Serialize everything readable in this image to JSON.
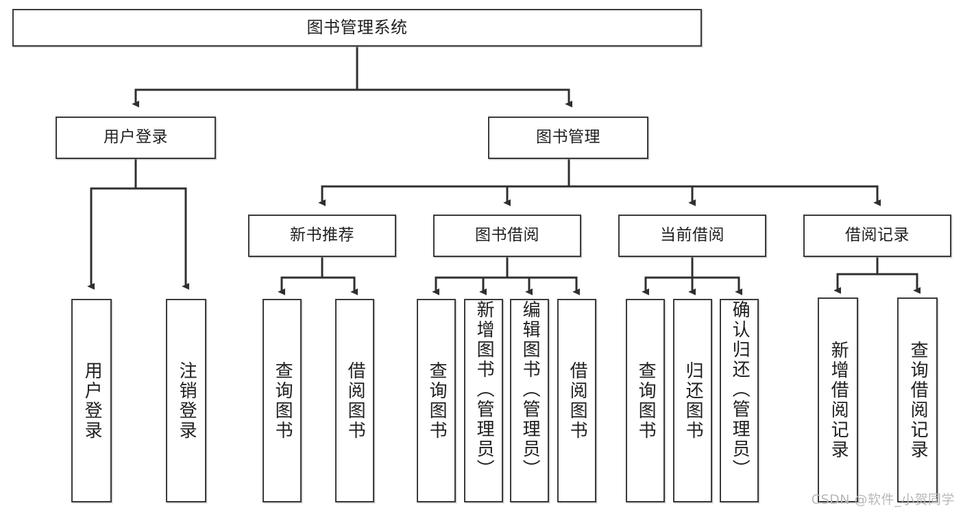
{
  "diagram": {
    "title": "图书管理系统",
    "type": "tree",
    "watermark": "CSDN @软件_小贺同学",
    "colors": {
      "box_border": "#3a3a3a",
      "box_fill": "#ffffff",
      "connector": "#2f2f2f",
      "text": "#1f1f1f",
      "watermark": "#b9b9b9"
    },
    "nodes": {
      "root": {
        "label": "图书管理系统"
      },
      "level2": [
        {
          "id": "user-login",
          "label": "用户登录"
        },
        {
          "id": "book-manage",
          "label": "图书管理"
        }
      ],
      "level3": [
        {
          "id": "new-book-recommend",
          "label": "新书推荐"
        },
        {
          "id": "book-borrow",
          "label": "图书借阅"
        },
        {
          "id": "current-borrow",
          "label": "当前借阅"
        },
        {
          "id": "borrow-record",
          "label": "借阅记录"
        }
      ],
      "leaves": {
        "user-login": [
          {
            "id": "leaf-user-login",
            "label": "用户登录"
          },
          {
            "id": "leaf-logout",
            "label": "注销登录"
          }
        ],
        "new-book-recommend": [
          {
            "id": "leaf-query-book-1",
            "label": "查询图书"
          },
          {
            "id": "leaf-borrow-book-1",
            "label": "借阅图书"
          }
        ],
        "book-borrow": [
          {
            "id": "leaf-query-book-2",
            "label": "查询图书"
          },
          {
            "id": "leaf-add-book",
            "label": "新增图书（管理员）"
          },
          {
            "id": "leaf-edit-book",
            "label": "编辑图书（管理员）"
          },
          {
            "id": "leaf-borrow-book-2",
            "label": "借阅图书"
          }
        ],
        "current-borrow": [
          {
            "id": "leaf-query-book-3",
            "label": "查询图书"
          },
          {
            "id": "leaf-return-book",
            "label": "归还图书"
          },
          {
            "id": "leaf-confirm-return",
            "label": "确认归还（管理员）"
          }
        ],
        "borrow-record": [
          {
            "id": "leaf-add-record",
            "label": "新增借阅记录"
          },
          {
            "id": "leaf-query-record",
            "label": "查询借阅记录"
          }
        ]
      }
    },
    "edges": [
      {
        "from": "图书管理系统",
        "to": "用户登录"
      },
      {
        "from": "图书管理系统",
        "to": "图书管理"
      },
      {
        "from": "用户登录",
        "to": "用户登录"
      },
      {
        "from": "用户登录",
        "to": "注销登录"
      },
      {
        "from": "图书管理",
        "to": "新书推荐"
      },
      {
        "from": "图书管理",
        "to": "图书借阅"
      },
      {
        "from": "图书管理",
        "to": "当前借阅"
      },
      {
        "from": "图书管理",
        "to": "借阅记录"
      },
      {
        "from": "新书推荐",
        "to": "查询图书"
      },
      {
        "from": "新书推荐",
        "to": "借阅图书"
      },
      {
        "from": "图书借阅",
        "to": "查询图书"
      },
      {
        "from": "图书借阅",
        "to": "新增图书（管理员）"
      },
      {
        "from": "图书借阅",
        "to": "编辑图书（管理员）"
      },
      {
        "from": "图书借阅",
        "to": "借阅图书"
      },
      {
        "from": "当前借阅",
        "to": "查询图书"
      },
      {
        "from": "当前借阅",
        "to": "归还图书"
      },
      {
        "from": "当前借阅",
        "to": "确认归还（管理员）"
      },
      {
        "from": "借阅记录",
        "to": "新增借阅记录"
      },
      {
        "from": "借阅记录",
        "to": "查询借阅记录"
      }
    ]
  }
}
